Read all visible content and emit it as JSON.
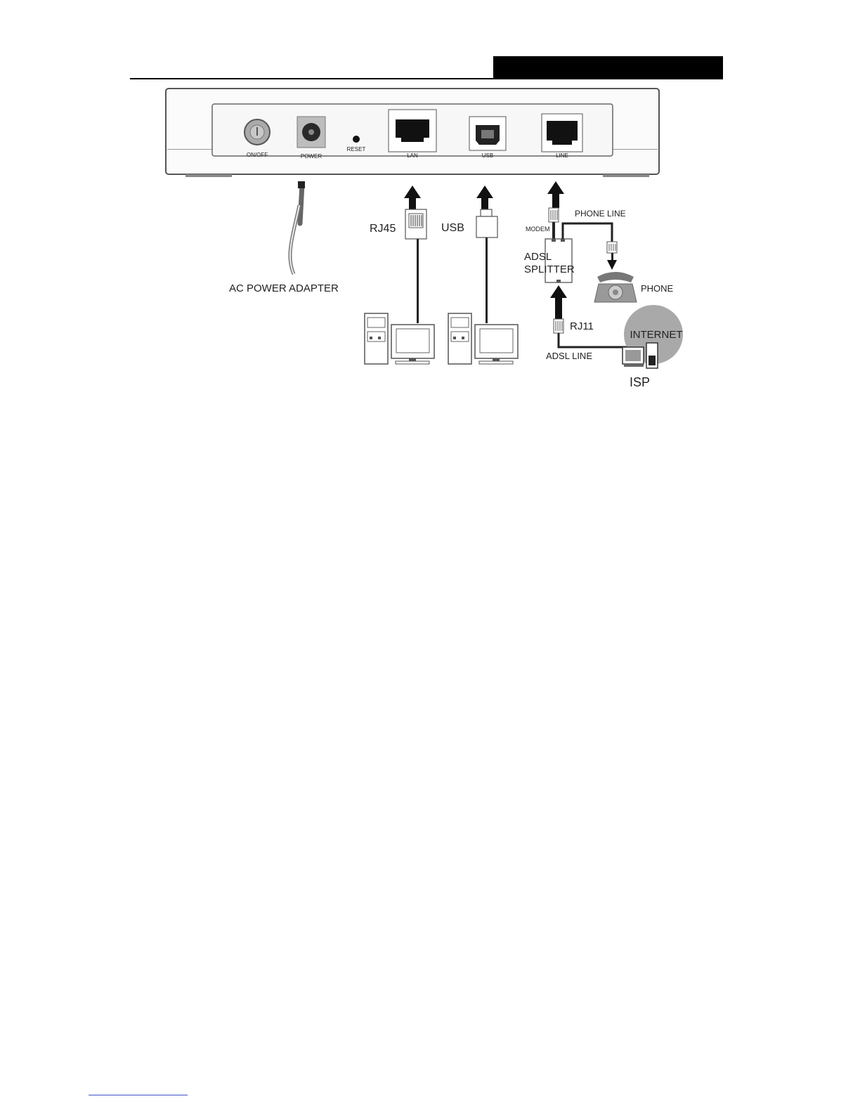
{
  "ports": {
    "onoff": "ON/OFF",
    "power": "POWER",
    "reset": "RESET",
    "lan": "LAN",
    "usb": "USB",
    "line": "LINE"
  },
  "labels": {
    "ac_adapter": "AC POWER ADAPTER",
    "rj45": "RJ45",
    "usb_cable": "USB",
    "modem": "MODEM",
    "phone_line": "PHONE LINE",
    "splitter_line1": "ADSL",
    "splitter_line2": "SPLITTER",
    "phone": "PHONE",
    "rj11": "RJ11",
    "adsl_line": "ADSL LINE",
    "internet": "INTERNET",
    "isp": "ISP"
  }
}
